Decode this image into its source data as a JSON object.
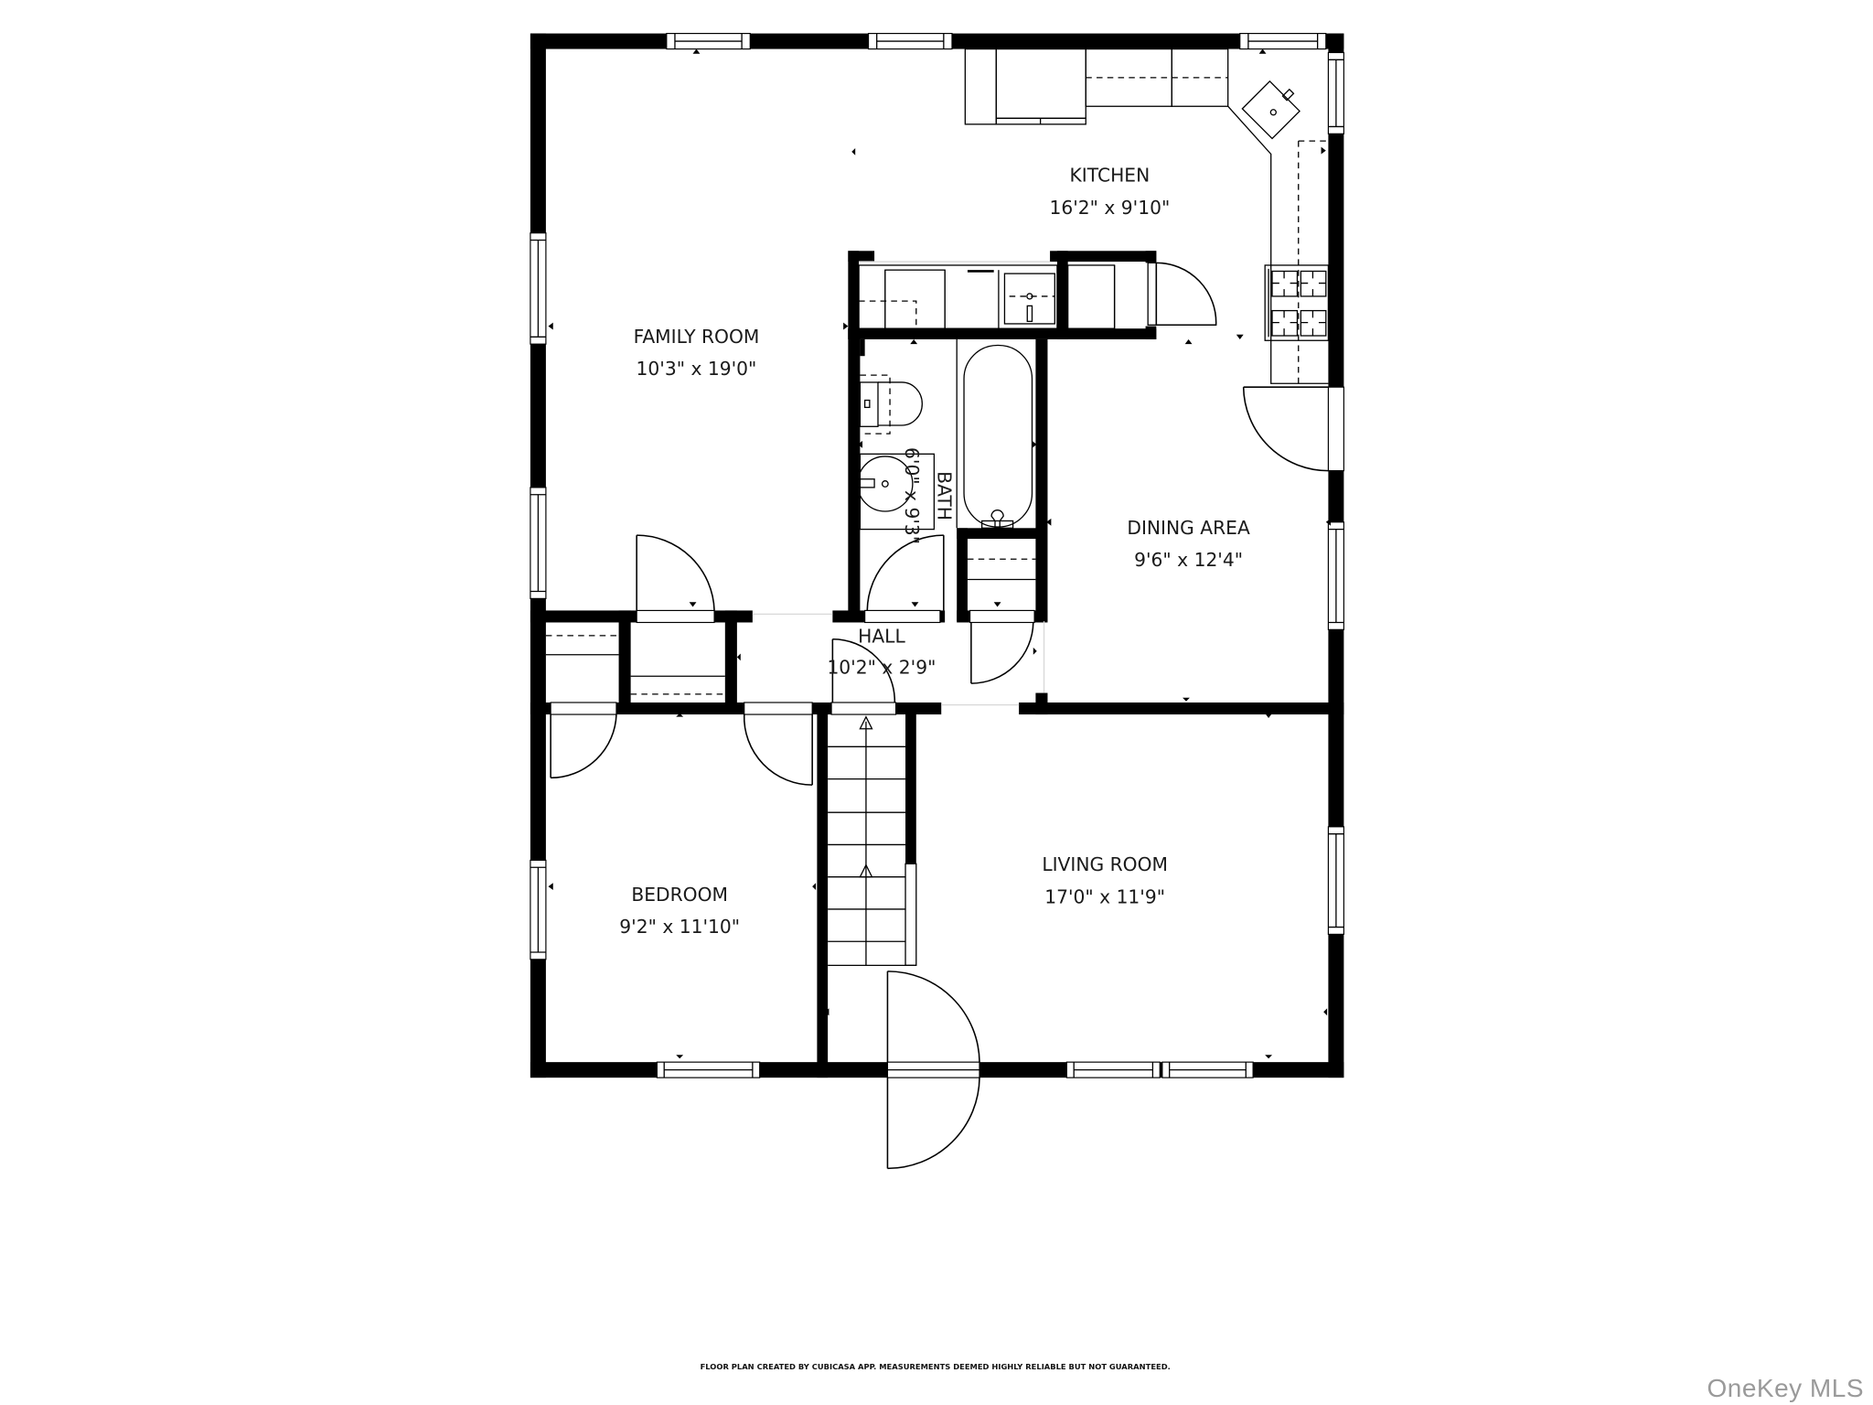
{
  "floor_plan": {
    "rooms": [
      {
        "id": "family-room",
        "name": "FAMILY ROOM",
        "dimensions": "10'3\" x 19'0\""
      },
      {
        "id": "kitchen",
        "name": "KITCHEN",
        "dimensions": "16'2\" x 9'10\""
      },
      {
        "id": "bath",
        "name": "BATH",
        "dimensions": "6'0\" x 9'3\""
      },
      {
        "id": "dining-area",
        "name": "DINING AREA",
        "dimensions": "9'6\" x 12'4\""
      },
      {
        "id": "hall",
        "name": "HALL",
        "dimensions": "10'2\" x 2'9\""
      },
      {
        "id": "bedroom",
        "name": "BEDROOM",
        "dimensions": "9'2\" x 11'10\""
      },
      {
        "id": "living-room",
        "name": "LIVING ROOM",
        "dimensions": "17'0\" x 11'9\""
      }
    ],
    "disclaimer": "FLOOR PLAN CREATED BY CUBICASA APP. MEASUREMENTS DEEMED HIGHLY RELIABLE BUT NOT GUARANTEED.",
    "watermark": "OneKey MLS",
    "colors": {
      "wall": "#000000",
      "background": "#ffffff",
      "watermark": "#9a9a9a"
    }
  }
}
